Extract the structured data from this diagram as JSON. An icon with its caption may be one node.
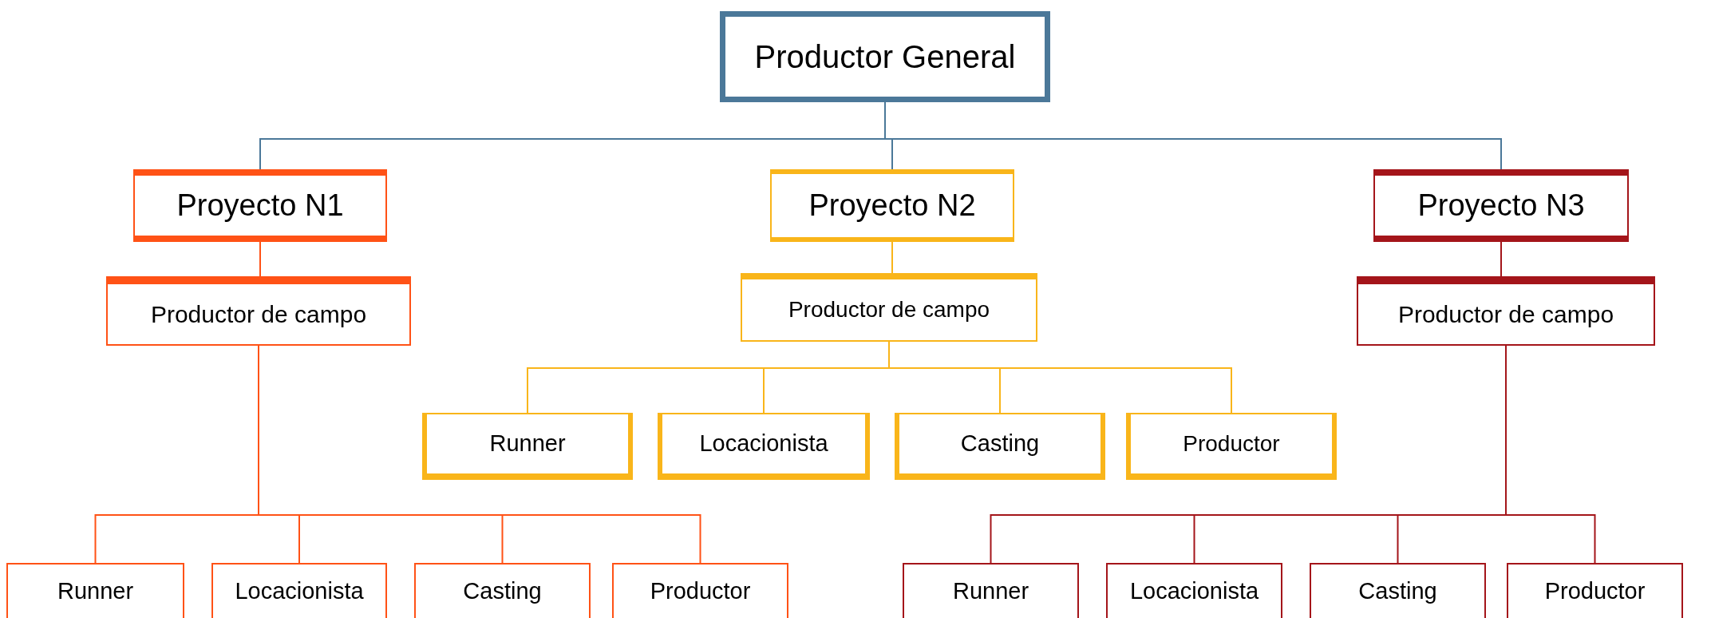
{
  "diagram": {
    "nodes": [
      {
        "text": [
          "Productor General"
        ]
      },
      {
        "text": [
          "Proyecto N1"
        ]
      },
      {
        "text": [
          "Proyecto N2"
        ]
      },
      {
        "text": [
          "Proyecto N3"
        ]
      },
      {
        "text": [
          "Productor de campo"
        ]
      },
      {
        "text": [
          "Productor de campo"
        ]
      },
      {
        "text": [
          "Productor de campo"
        ]
      },
      {
        "text": [
          "Runner"
        ]
      },
      {
        "text": [
          "Locacionista"
        ]
      },
      {
        "text": [
          "Casting"
        ]
      },
      {
        "text": [
          "Productor"
        ]
      },
      {
        "text": [
          "Runner"
        ]
      },
      {
        "text": [
          "Locacionista"
        ]
      },
      {
        "text": [
          "Casting"
        ]
      },
      {
        "text": [
          "Productor"
        ]
      },
      {
        "text": [
          "Runner"
        ]
      },
      {
        "text": [
          "Locacionista"
        ]
      },
      {
        "text": [
          "Casting"
        ]
      },
      {
        "text": [
          "Productor"
        ]
      }
    ],
    "edges": [
      {
        "from": 0,
        "to": 1,
        "arrow": "none",
        "color": "#4b7899"
      },
      {
        "from": 0,
        "to": 2,
        "arrow": "none",
        "color": "#4b7899"
      },
      {
        "from": 0,
        "to": 3,
        "arrow": "none",
        "color": "#4b7899"
      },
      {
        "from": 1,
        "to": 4,
        "arrow": "none",
        "color": "#ff5216"
      },
      {
        "from": 2,
        "to": 5,
        "arrow": "none",
        "color": "#f9b51a"
      },
      {
        "from": 3,
        "to": 6,
        "arrow": "none",
        "color": "#a4151a"
      },
      {
        "from": 5,
        "to": 7,
        "arrow": "none",
        "color": "#f9b51a"
      },
      {
        "from": 5,
        "to": 8,
        "arrow": "none",
        "color": "#f9b51a"
      },
      {
        "from": 5,
        "to": 9,
        "arrow": "none",
        "color": "#f9b51a"
      },
      {
        "from": 5,
        "to": 10,
        "arrow": "none",
        "color": "#f9b51a"
      },
      {
        "from": 4,
        "to": 11,
        "arrow": "none",
        "color": "#ff5216"
      },
      {
        "from": 4,
        "to": 12,
        "arrow": "none",
        "color": "#ff5216"
      },
      {
        "from": 4,
        "to": 13,
        "arrow": "none",
        "color": "#ff5216"
      },
      {
        "from": 4,
        "to": 14,
        "arrow": "none",
        "color": "#ff5216"
      },
      {
        "from": 6,
        "to": 15,
        "arrow": "none",
        "color": "#a4151a"
      },
      {
        "from": 6,
        "to": 16,
        "arrow": "none",
        "color": "#a4151a"
      },
      {
        "from": 6,
        "to": 17,
        "arrow": "none",
        "color": "#a4151a"
      },
      {
        "from": 6,
        "to": 18,
        "arrow": "none",
        "color": "#a4151a"
      }
    ]
  }
}
